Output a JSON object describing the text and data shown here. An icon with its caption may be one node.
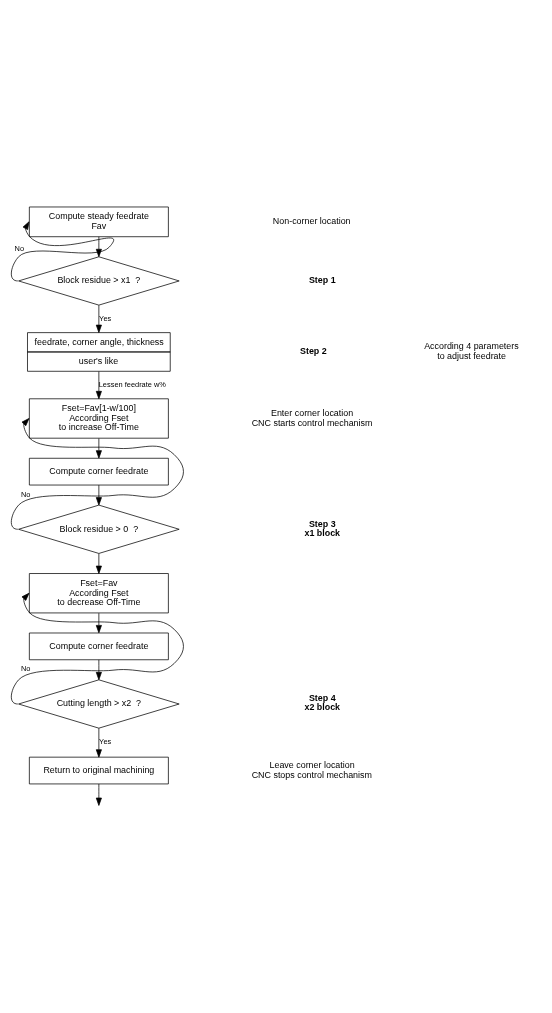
{
  "diagram": {
    "nodes": [
      {
        "text": [
          "Compute steady feedrate Fav"
        ]
      },
      {
        "text": [
          "Block residue > x1  ?"
        ]
      },
      {
        "text": [
          "feedrate, corner angle, thickness",
          "user's like"
        ]
      },
      {
        "text": [
          "Fset=Fav[1-w/100] According Fset to increase Off-Time"
        ]
      },
      {
        "text": [
          "Compute corner feedrate"
        ]
      },
      {
        "text": [
          "Block residue > 0  ?"
        ]
      },
      {
        "text": [
          "Fset=Fav According Fset to decrease Off-Time"
        ]
      },
      {
        "text": [
          "Compute corner feedrate"
        ]
      },
      {
        "text": [
          "Cutting length > x2  ?"
        ]
      },
      {
        "text": [
          "Return to original machining"
        ]
      }
    ],
    "edges": [
      {
        "from": 0,
        "to": 1,
        "arrow": "to"
      },
      {
        "from": 1,
        "to": 0,
        "arrow": "to",
        "label": "No"
      },
      {
        "from": 1,
        "to": 2,
        "arrow": "to",
        "label": "Yes"
      },
      {
        "from": 2,
        "to": 3,
        "arrow": "to",
        "label": "Lessen feedrate w%"
      },
      {
        "from": 3,
        "to": 4,
        "arrow": "to"
      },
      {
        "from": 4,
        "to": 5,
        "arrow": "to"
      },
      {
        "from": 5,
        "to": 3,
        "arrow": "to",
        "label": "No"
      },
      {
        "from": 5,
        "to": 6,
        "arrow": "to"
      },
      {
        "from": 6,
        "to": 7,
        "arrow": "to"
      },
      {
        "from": 7,
        "to": 8,
        "arrow": "to"
      },
      {
        "from": 8,
        "to": 6,
        "arrow": "to",
        "label": "No"
      },
      {
        "from": 8,
        "to": 9,
        "arrow": "to",
        "label": "Yes"
      },
      {
        "from": 9,
        "to": null,
        "arrow": "to"
      }
    ],
    "labels": [
      "Non-corner location",
      "Step 1",
      "According 4 parameters to adjust feedrate",
      "Step 2",
      "Enter corner location CNC starts control mechanism",
      "Step 3 x1 block",
      "Step 4 x2 block",
      "Leave corner location CNC stops control mechanism"
    ]
  }
}
